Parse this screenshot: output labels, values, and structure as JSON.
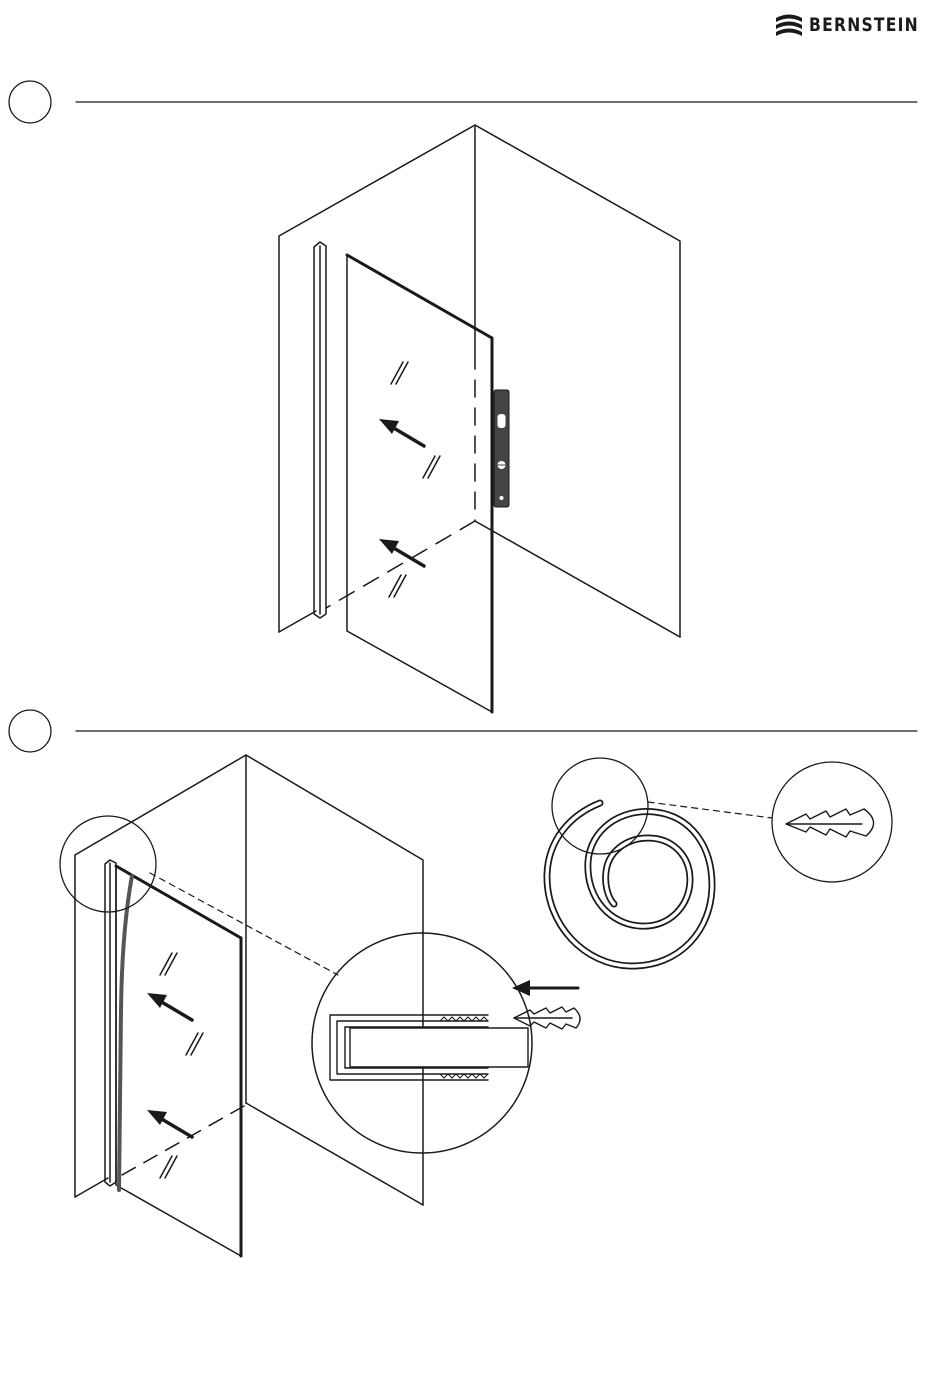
{
  "brand": {
    "name": "BERNSTEIN",
    "logo_icon": "bernstein-wave-icon"
  },
  "steps": [
    {
      "id": "step-1",
      "number": ""
    },
    {
      "id": "step-2",
      "number": ""
    }
  ],
  "colors": {
    "ink": "#1a1a1a",
    "background": "#ffffff",
    "seal": "#555555"
  }
}
